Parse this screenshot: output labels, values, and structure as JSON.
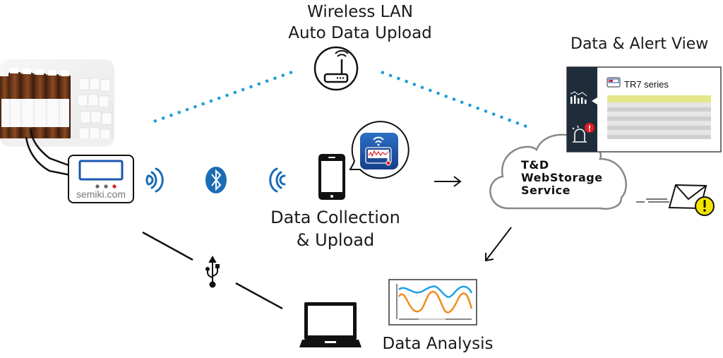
{
  "labels": {
    "wireless_lan": [
      "Wireless LAN",
      "Auto Data Upload"
    ],
    "data_alert_view": "Data & Alert View",
    "data_collection": [
      "Data Collection",
      "& Upload"
    ],
    "data_analysis": "Data Analysis",
    "cloud_service": [
      "T&D",
      "WebStorage",
      "Service"
    ],
    "device_panel_title": "TR7 series",
    "logger_brand": "semiki.com"
  },
  "icons": {
    "router": "wifi-router-icon",
    "bluetooth": "bluetooth-icon",
    "usb": "usb-icon",
    "smartphone": "smartphone-icon",
    "app": "thermo-app-icon",
    "laptop": "laptop-icon",
    "email_alert": "email-alert-icon",
    "chart_sidebar": "chart-icon",
    "alarm_sidebar": "alarm-light-icon"
  },
  "colors": {
    "wireless_dots": "#1a9ad6",
    "bluetooth": "#1a6db5",
    "signal_waves": "#1a6db5",
    "panel_sidebar": "#1f2d3a",
    "panel_highlight_row": "#e4e68a",
    "alert_red": "#e21b22",
    "alert_yellow": "#f2e600",
    "chart_blue": "#1ea0e6",
    "chart_orange": "#f08c1e",
    "app_blue": "#1a5bb0"
  }
}
